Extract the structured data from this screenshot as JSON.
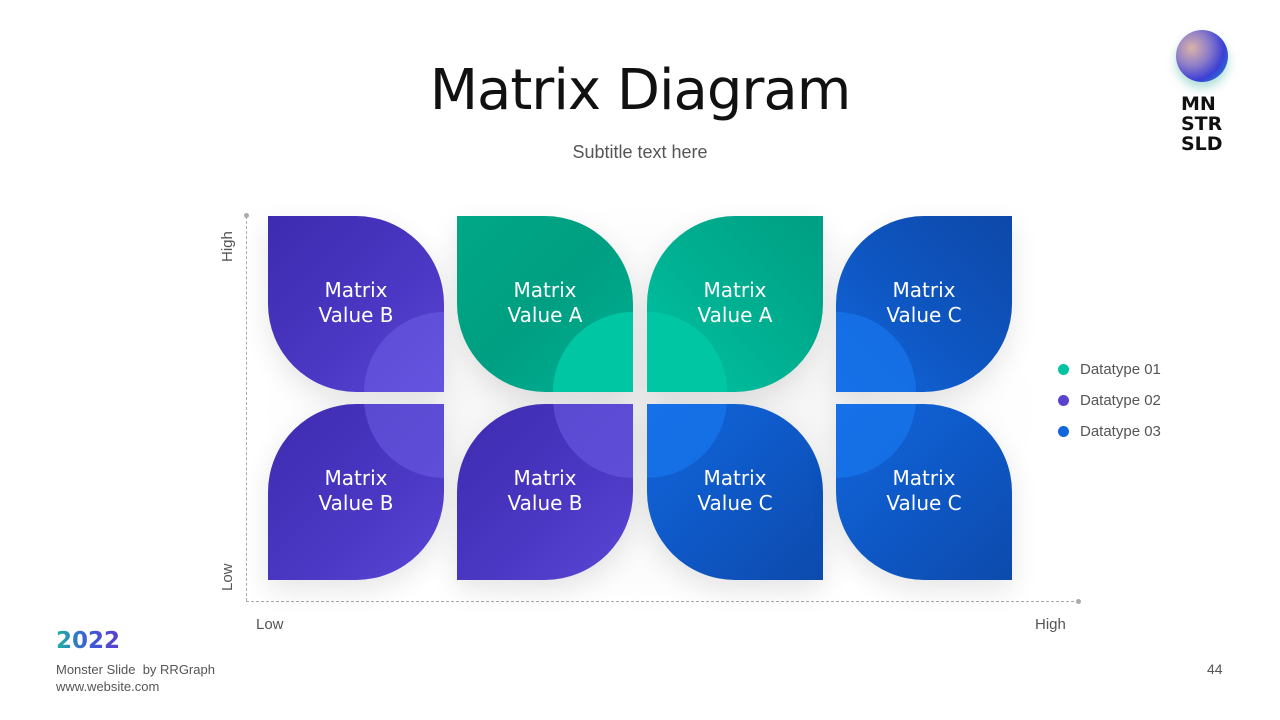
{
  "header": {
    "title": "Matrix Diagram",
    "subtitle": "Subtitle text here"
  },
  "logo": {
    "icon": "sphere-logo-icon",
    "lines": [
      "MN",
      "STR",
      "SLD"
    ]
  },
  "axes": {
    "y_high": "High",
    "y_low": "Low",
    "x_low": "Low",
    "x_high": "High"
  },
  "matrix": {
    "rows": [
      [
        {
          "line1": "Matrix",
          "line2": "Value B",
          "datatype": "Datatype 02"
        },
        {
          "line1": "Matrix",
          "line2": "Value A",
          "datatype": "Datatype 01"
        },
        {
          "line1": "Matrix",
          "line2": "Value A",
          "datatype": "Datatype 01"
        },
        {
          "line1": "Matrix",
          "line2": "Value C",
          "datatype": "Datatype 03"
        }
      ],
      [
        {
          "line1": "Matrix",
          "line2": "Value B",
          "datatype": "Datatype 02"
        },
        {
          "line1": "Matrix",
          "line2": "Value B",
          "datatype": "Datatype 02"
        },
        {
          "line1": "Matrix",
          "line2": "Value C",
          "datatype": "Datatype 03"
        },
        {
          "line1": "Matrix",
          "line2": "Value C",
          "datatype": "Datatype 03"
        }
      ]
    ]
  },
  "legend": {
    "items": [
      {
        "label": "Datatype 01",
        "color": "#00c4a2"
      },
      {
        "label": "Datatype 02",
        "color": "#5a44cf"
      },
      {
        "label": "Datatype 03",
        "color": "#1266dc"
      }
    ]
  },
  "footer": {
    "year": "2022",
    "credit_line1": "Monster Slide  by RRGraph",
    "credit_line2": "www.website.com",
    "page_number": "44"
  }
}
